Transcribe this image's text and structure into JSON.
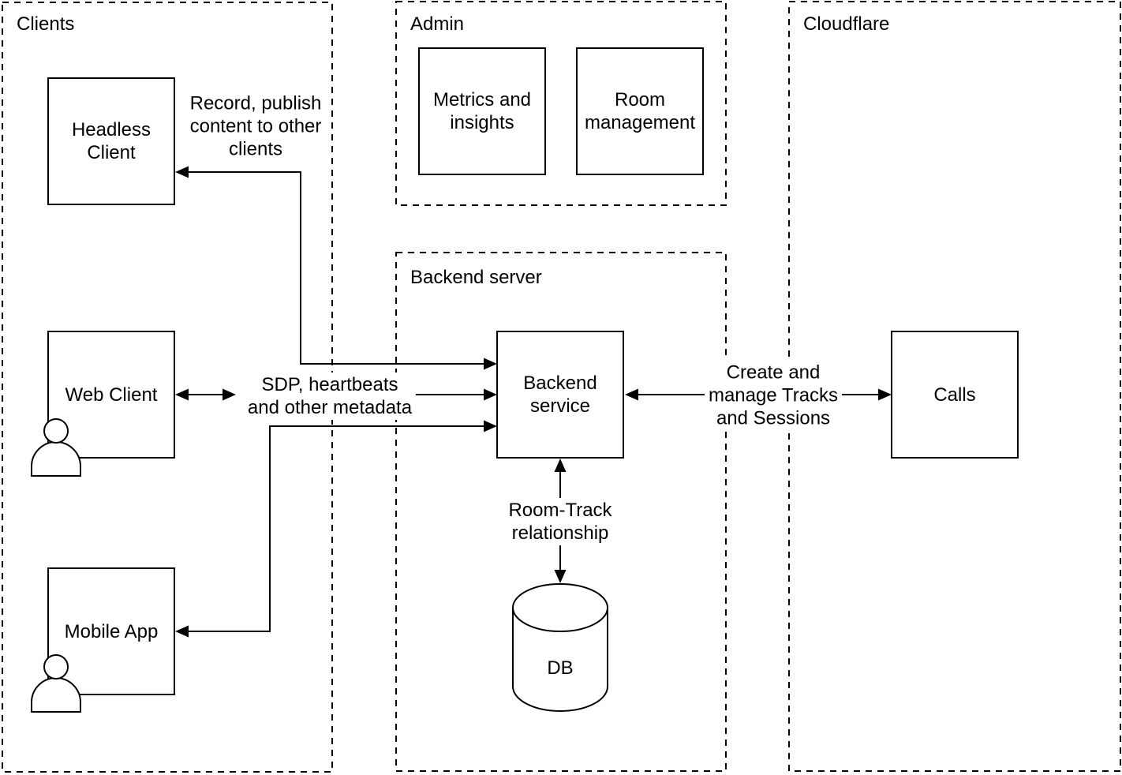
{
  "diagram": {
    "colors": {
      "stroke": "#000000",
      "background": "#ffffff"
    },
    "containers": {
      "clients": {
        "title": "Clients"
      },
      "admin": {
        "title": "Admin"
      },
      "backend_server": {
        "title": "Backend server"
      },
      "cloudflare": {
        "title": "Cloudflare"
      }
    },
    "nodes": {
      "headless_client": {
        "label": "Headless\nClient"
      },
      "metrics": {
        "label": "Metrics and\ninsights"
      },
      "room_management": {
        "label": "Room\nmanagement"
      },
      "web_client": {
        "label": "Web Client"
      },
      "mobile_app": {
        "label": "Mobile App"
      },
      "backend_service": {
        "label": "Backend\nservice"
      },
      "db": {
        "label": "DB"
      },
      "calls": {
        "label": "Calls"
      }
    },
    "edges": {
      "record": {
        "label": "Record, publish\ncontent to other\nclients"
      },
      "sdp": {
        "label": "SDP, heartbeats\nand other metadata"
      },
      "create": {
        "label": "Create and\nmanage Tracks\nand Sessions"
      },
      "room_track": {
        "label": "Room-Track\nrelationship"
      }
    }
  }
}
